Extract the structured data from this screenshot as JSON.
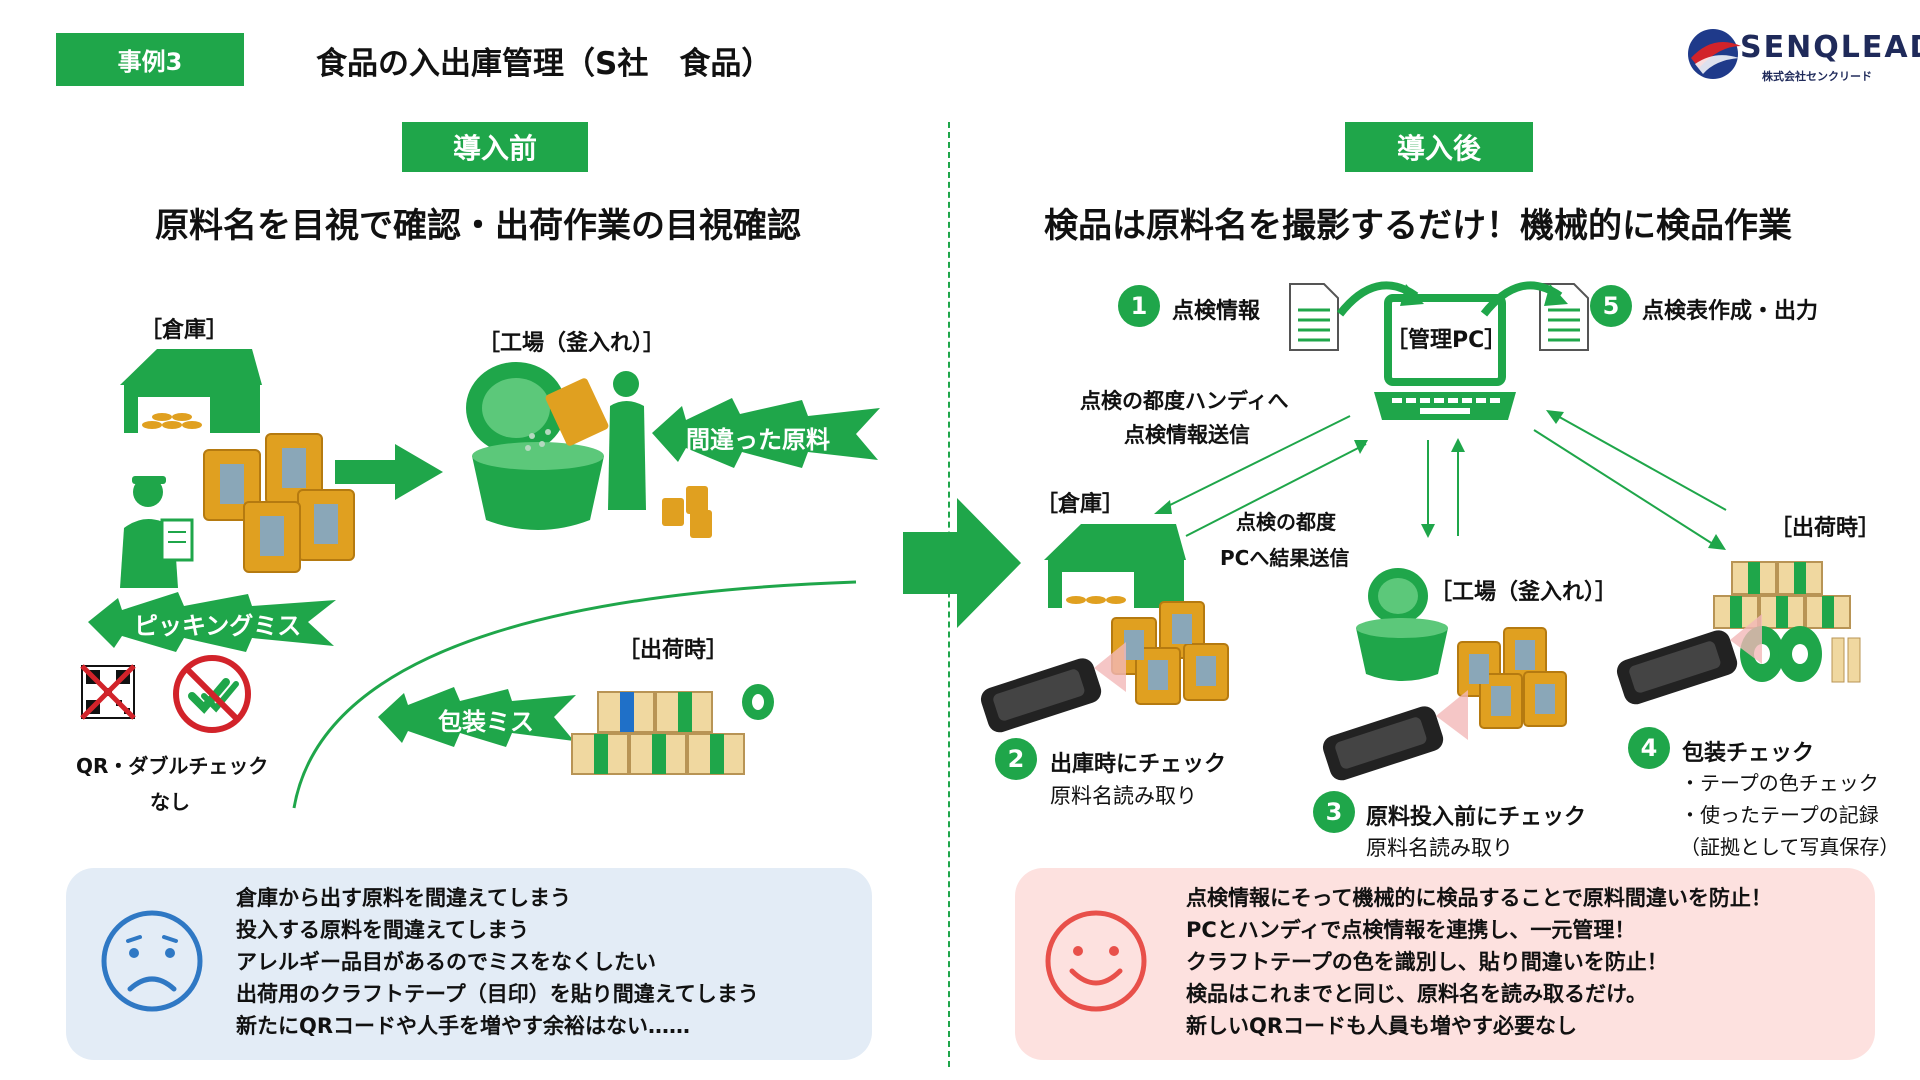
{
  "header": {
    "case_label": "事例3",
    "title": "食品の入出庫管理（S社　食品）",
    "logo_name": "SENQLEAD",
    "logo_sub": "株式会社センクリード"
  },
  "before": {
    "badge": "導入前",
    "headline": "原料名を目視で確認・出荷作業の目視確認",
    "label_warehouse": "［倉庫］",
    "label_factory": "［工場（釜入れ）］",
    "label_shipping": "［出荷時］",
    "burst_wrong_material": "間違った原料",
    "burst_picking_miss": "ピッキングミス",
    "burst_packing_miss": "包装ミス",
    "no_check_line1": "QR・ダブルチェック",
    "no_check_line2": "なし",
    "problems": [
      "倉庫から出す原料を間違えてしまう",
      "投入する原料を間違えてしまう",
      "アレルギー品目があるのでミスをなくしたい",
      "出荷用のクラフトテープ（目印）を貼り間違えてしまう",
      "新たにQRコードや人手を増やす余裕はない……"
    ]
  },
  "after": {
    "badge": "導入後",
    "headline": "検品は原料名を撮影するだけ！機械的に検品作業",
    "pc_label": "［管理PC］",
    "step1_num": "1",
    "step1_label": "点検情報",
    "step5_num": "5",
    "step5_label": "点検表作成・出力",
    "send_to_handy_line1": "点検の都度ハンディへ",
    "send_to_handy_line2": "点検情報送信",
    "send_to_pc_line1": "点検の都度",
    "send_to_pc_line2": "PCへ結果送信",
    "label_warehouse": "［倉庫］",
    "label_factory": "［工場（釜入れ）］",
    "label_shipping": "［出荷時］",
    "step2_num": "2",
    "step2_title": "出庫時にチェック",
    "step2_sub": "原料名読み取り",
    "step3_num": "3",
    "step3_title": "原料投入前にチェック",
    "step3_sub": "原料名読み取り",
    "step4_num": "4",
    "step4_title": "包装チェック",
    "step4_items": [
      "・テープの色チェック",
      "・使ったテープの記録",
      "（証拠として写真保存）"
    ],
    "benefits": [
      "点検情報にそって機械的に検品することで原料間違いを防止！",
      "PCとハンディで点検情報を連携し、一元管理！",
      "クラフトテープの色を識別し、貼り間違いを防止！",
      "検品はこれまでと同じ、原料名を読み取るだけ。",
      "新しいQRコードも人員も増やす必要なし"
    ]
  },
  "colors": {
    "green": "#1fa64a",
    "blue_panel": "#e3ecf6",
    "pink_panel": "#fde1df",
    "sad_face": "#2f78c4",
    "happy_face": "#e8504a",
    "bag": "#e0a020",
    "box": "#f0d8a0",
    "logo_blue": "#1f3a8a",
    "logo_red": "#d2232a"
  }
}
